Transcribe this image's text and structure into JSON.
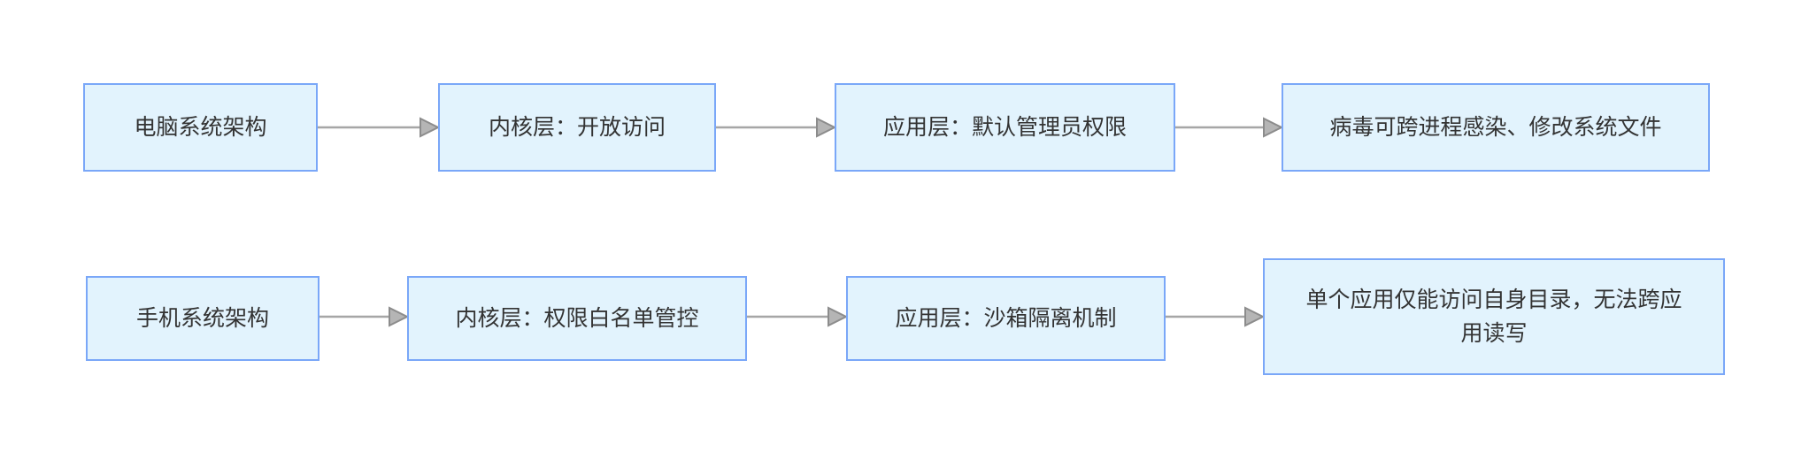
{
  "diagram": {
    "background_color": "#ffffff",
    "node_fill_color": "#e2f3fd",
    "node_border_color": "#7aa7f8",
    "text_color": "#333333",
    "arrow_line_color": "#a6a6a6",
    "arrow_head_fill_color": "#b5b5b5",
    "arrow_head_stroke_color": "#8c8c8c",
    "rows": [
      {
        "name": "computer-system-flow",
        "nodes": [
          {
            "label": "电脑系统架构"
          },
          {
            "label": "内核层：开放访问"
          },
          {
            "label": "应用层：默认管理员权限"
          },
          {
            "label": "病毒可跨进程感染、修改系统文件"
          }
        ]
      },
      {
        "name": "mobile-system-flow",
        "nodes": [
          {
            "label": "手机系统架构"
          },
          {
            "label": "内核层：权限白名单管控"
          },
          {
            "label": "应用层：沙箱隔离机制"
          },
          {
            "label": "单个应用仅能访问自身目录，无法跨应用读写"
          }
        ]
      }
    ]
  }
}
